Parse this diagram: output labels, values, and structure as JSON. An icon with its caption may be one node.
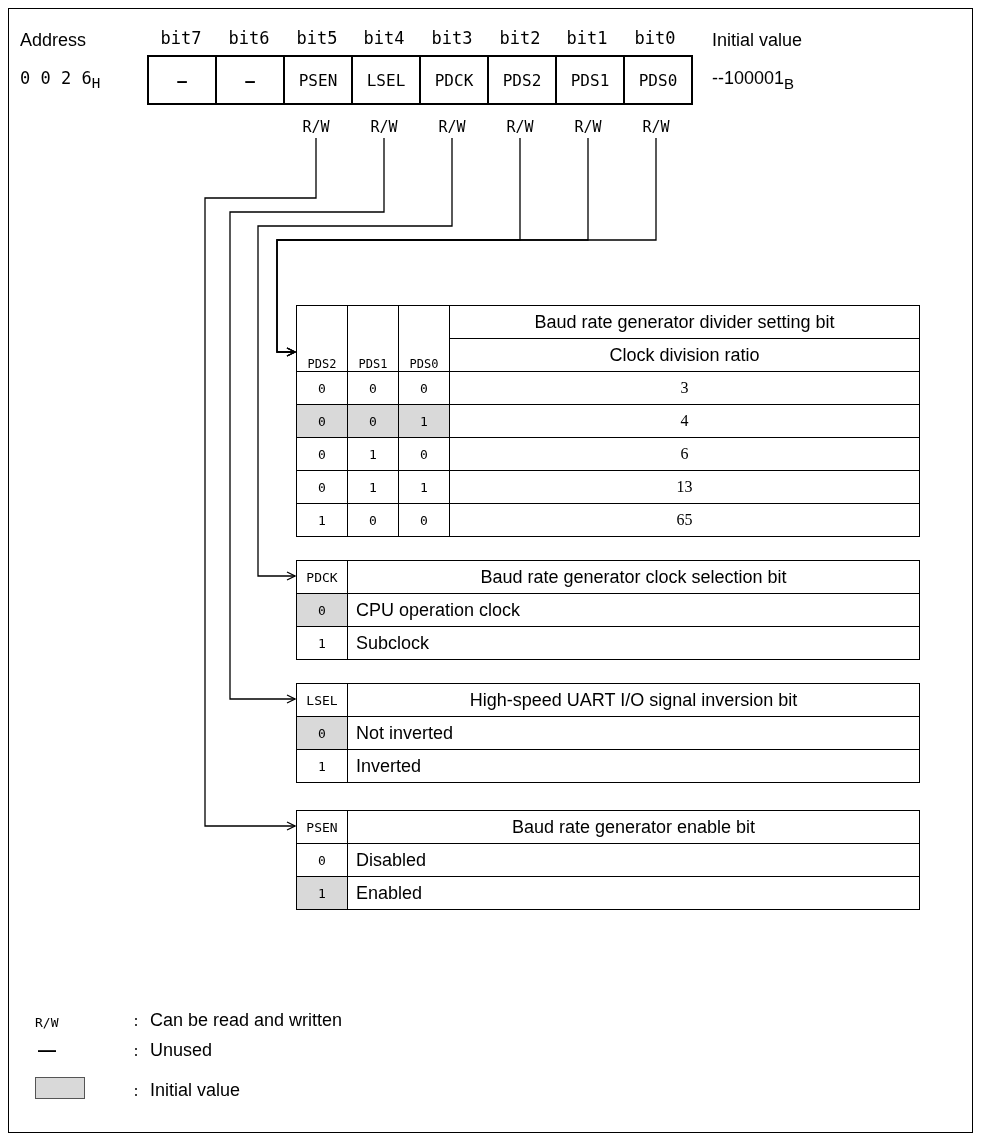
{
  "diagram": {
    "nodes": [
      {
        "text": [
          "—"
        ]
      },
      {
        "text": [
          "—"
        ]
      },
      {
        "text": [
          "PSEN"
        ]
      },
      {
        "text": [
          "LSEL"
        ]
      },
      {
        "text": [
          "PDCK"
        ]
      },
      {
        "text": [
          "PDS2"
        ]
      },
      {
        "text": [
          "PDS1"
        ]
      },
      {
        "text": [
          "PDS0"
        ]
      },
      {
        "text": [
          "R/W"
        ]
      },
      {
        "text": [
          "R/W"
        ]
      },
      {
        "text": [
          "R/W"
        ]
      },
      {
        "text": [
          "R/W"
        ]
      },
      {
        "text": [
          "R/W"
        ]
      },
      {
        "text": [
          "R/W"
        ]
      },
      {
        "text": [
          "Baud rate generator divider setting bit",
          "PDS2",
          "PDS1",
          "PDS0",
          "Clock division ratio",
          "0",
          "0",
          "0",
          "3",
          "0",
          "0",
          "1",
          "4",
          "0",
          "1",
          "0",
          "6",
          "0",
          "1",
          "1",
          "13",
          "1",
          "0",
          "0",
          "65"
        ]
      },
      {
        "text": [
          "PDCK",
          "Baud rate generator clock selection bit",
          "0",
          "CPU operation clock",
          "1",
          "Subclock"
        ]
      },
      {
        "text": [
          "LSEL",
          "High-speed UART I/O signal inversion bit",
          "0",
          "Not inverted",
          "1",
          "Inverted"
        ]
      },
      {
        "text": [
          "PSEN",
          "Baud rate generator enable bit",
          "0",
          "Disabled",
          "1",
          "Enabled"
        ]
      }
    ],
    "edges": [
      {
        "from": 8,
        "to": 17,
        "arrow": "to"
      },
      {
        "from": 9,
        "to": 16,
        "arrow": "to"
      },
      {
        "from": 10,
        "to": 15,
        "arrow": "to"
      },
      {
        "from": 11,
        "to": 14,
        "arrow": "to"
      },
      {
        "from": 12,
        "to": 14,
        "arrow": "to"
      },
      {
        "from": 13,
        "to": 14,
        "arrow": "to"
      }
    ],
    "labels": [
      "Address",
      "bit7",
      "bit6",
      "bit5",
      "bit4",
      "bit3",
      "bit2",
      "bit1",
      "bit0",
      "Initial value",
      "0 0 2 6$_{H}$",
      "--100001$_{B}$",
      "R/W",
      "—"
    ],
    "legend": [
      {
        "text": "Can be read and written"
      },
      {
        "text": "Unused"
      },
      {
        "text": "Initial value",
        "color": "#d9d9d9"
      }
    ]
  }
}
